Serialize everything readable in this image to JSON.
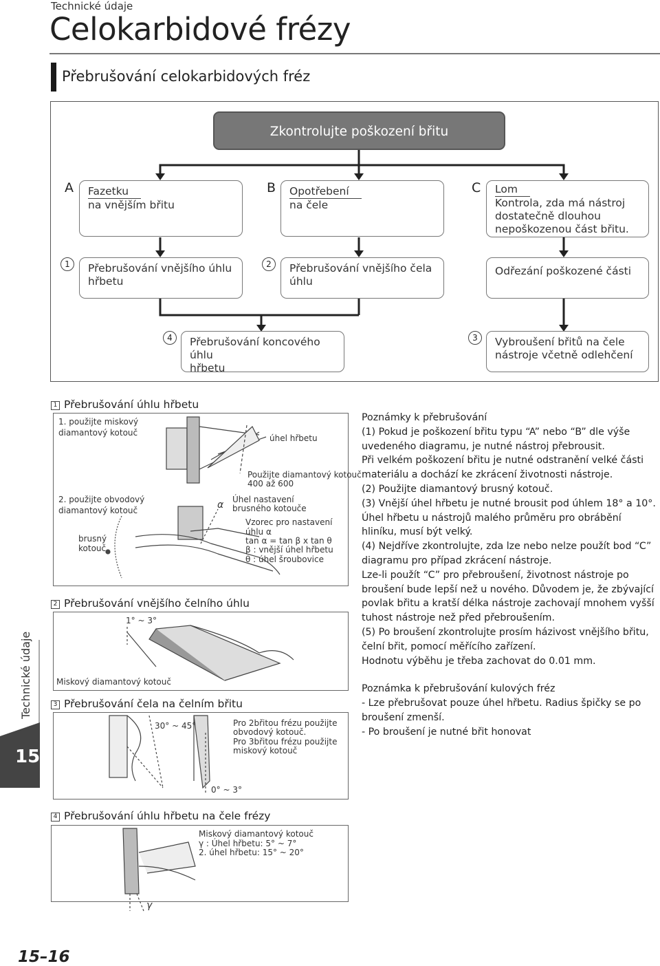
{
  "header": {
    "category": "Technické údaje",
    "title": "Celokarbidové frézy"
  },
  "section": {
    "title": "Přebrušování celokarbidových fréz"
  },
  "flowchart": {
    "top": "Zkontrolujte poškození břitu",
    "a": {
      "letter": "A",
      "line1": "Fazetku",
      "line2": "na vnějším břitu"
    },
    "b": {
      "letter": "B",
      "line1": "Opotřebení",
      "line2": "na čele"
    },
    "c": {
      "letter": "C",
      "line1": "Lom",
      "line2": "Kontrola, zda má nástroj",
      "line3": "dostatečně dlouhou",
      "line4": "nepoškozenou část břitu."
    },
    "r1": {
      "num": "1",
      "line1": "Přebrušování vnějšího úhlu",
      "line2": "hřbetu"
    },
    "r2": {
      "num": "2",
      "line1": "Přebrušování vnějšího čela",
      "line2": "úhlu"
    },
    "r3": {
      "line1": "Odřezání poškozené části"
    },
    "r4": {
      "num": "4",
      "line1": "Přebrušování koncového úhlu",
      "line2": "hřbetu"
    },
    "r5": {
      "num": "3",
      "line1": "Vybroušení břitů na čele",
      "line2": "nástroje včetně odlehčení"
    }
  },
  "sub1": {
    "num": "1",
    "title": "Přebrušování úhlu hřbetu",
    "l1": "1. použijte miskový",
    "l2": "diamantový kotouč",
    "angle": "úhel hřbetu",
    "use1": "Použijte diamantový kotouč",
    "use2": "400 až 600",
    "l3": "2. použijte obvodový",
    "l4": "diamantový kotouč",
    "alpha": "α",
    "set1": "Úhel nastavení",
    "set2": "brusného kotouče",
    "grind1": "brusný",
    "grind2": "kotouč",
    "f1": "Vzorec pro nastavení",
    "f2": "úhlu α",
    "f3": "tan α = tan β x tan θ",
    "f4": "β : vnější úhel hřbetu",
    "f5": "θ : úhel šroubovice"
  },
  "sub2": {
    "num": "2",
    "title": "Přebrušování vnějšího čelního úhlu",
    "angle": "1° ~ 3°",
    "label": "Miskový diamantový kotouč"
  },
  "sub3": {
    "num": "3",
    "title": "Přebrušování čela na čelním břitu",
    "angle1": "30° ~ 45°",
    "angle2": "0° ~ 3°",
    "t1": "Pro 2břitou frézu použijte",
    "t2": "obvodový kotouč.",
    "t3": "Pro 3břitou frézu použijte",
    "t4": "miskový kotouč"
  },
  "sub4": {
    "num": "4",
    "title": "Přebrušování úhlu hřbetu na čele frézy",
    "t1": "Miskový diamantový kotouč",
    "t2": "γ : Úhel hřbetu: 5° ~ 7°",
    "t3": "2. úhel hřbetu: 15° ~ 20°",
    "gamma": "γ"
  },
  "notes": {
    "title": "Poznámky k přebrušování",
    "p1": "(1) Pokud je poškození břitu typu “A” nebo “B” dle výše uvedeného diagramu, je nutné nástroj přebrousit.",
    "p2": "Při velkém poškození břitu je nutné odstranění velké části materiálu a dochází ke zkrácení životnosti nástroje.",
    "p3": "(2) Použijte diamantový brusný kotouč.",
    "p4": "(3) Vnější úhel hřbetu je nutné brousit pod úhlem 18° a 10°.",
    "p5": "Úhel hřbetu u nástrojů malého průměru pro obrábění hliníku, musí být velký.",
    "p6": "(4) Nejdříve zkontrolujte, zda lze nebo nelze použít bod “C” diagramu pro případ zkrácení nástroje.",
    "p7": "Lze-li použít “C” pro přebroušení, životnost nástroje po broušení bude lepší než u nového. Důvodem je, že zbývající povlak břitu a kratší délka nástroje zachovají mnohem vyšší tuhost nástroje než před přebroušením.",
    "p8": "(5) Po broušení zkontrolujte prosím házivost vnějšího břitu, čelní břit, pomocí měřícího zařízení.",
    "p9": "Hodnotu výběhu je třeba zachovat do 0.01 mm.",
    "title2": "Poznámka k přebrušování kulových fréz",
    "q1": "- Lze přebrušovat pouze úhel hřbetu. Radius špičky se po broušení zmenší.",
    "q2": "- Po broušení je nutné břit honovat"
  },
  "side": {
    "label": "Technické údaje",
    "chapter": "15"
  },
  "footer": {
    "page": "15–16"
  }
}
